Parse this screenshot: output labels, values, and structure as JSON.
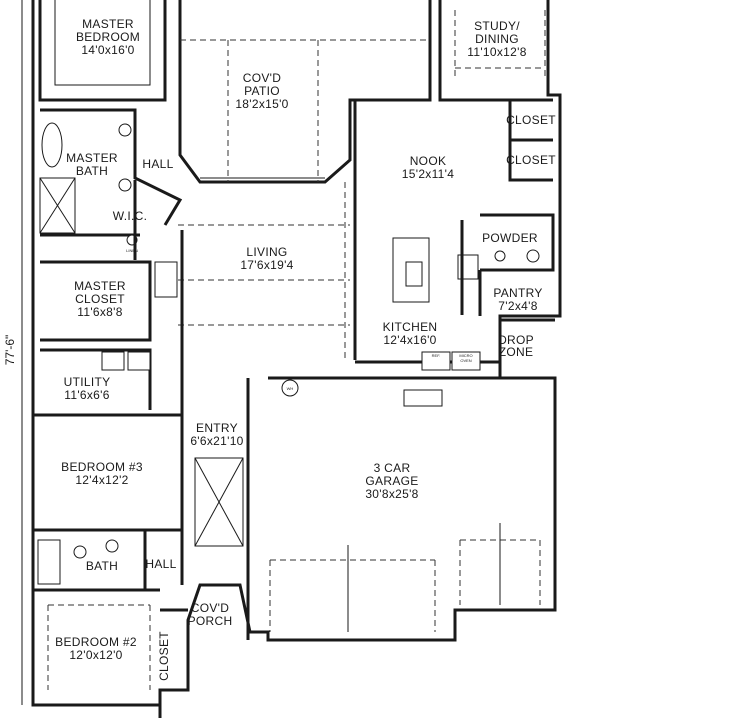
{
  "rooms": {
    "master_bedroom": {
      "name": "MASTER\nBEDROOM",
      "size": "14'0x16'0"
    },
    "covd_patio": {
      "name": "COV'D\nPATIO",
      "size": "18'2x15'0"
    },
    "study_dining": {
      "name": "STUDY/\nDINING",
      "size": "11'10x12'8"
    },
    "closet_1": {
      "name": "CLOSET"
    },
    "closet_2": {
      "name": "CLOSET"
    },
    "master_bath": {
      "name": "MASTER\nBATH"
    },
    "hall_top": {
      "name": "HALL"
    },
    "nook": {
      "name": "NOOK",
      "size": "15'2x11'4"
    },
    "wic": {
      "name": "W.I.C."
    },
    "living": {
      "name": "LIVING",
      "size": "17'6x19'4"
    },
    "powder": {
      "name": "POWDER"
    },
    "master_closet": {
      "name": "MASTER\nCLOSET",
      "size": "11'6x8'8"
    },
    "pantry": {
      "name": "PANTRY",
      "size": "7'2x4'8"
    },
    "kitchen": {
      "name": "KITCHEN",
      "size": "12'4x16'0"
    },
    "drop_zone": {
      "name": "DROP\nZONE"
    },
    "utility": {
      "name": "UTILITY",
      "size": "11'6x6'6"
    },
    "entry": {
      "name": "ENTRY",
      "size": "6'6x21'10"
    },
    "bedroom_3": {
      "name": "BEDROOM #3",
      "size": "12'4x12'2"
    },
    "garage": {
      "name": "3 CAR\nGARAGE",
      "size": "30'8x25'8"
    },
    "bath": {
      "name": "BATH"
    },
    "hall_bottom": {
      "name": "HALL"
    },
    "covd_porch": {
      "name": "COV'D\nPORCH"
    },
    "bedroom_2": {
      "name": "BEDROOM #2",
      "size": "12'0x12'0"
    },
    "closet_3": {
      "name": "CLOSET"
    }
  },
  "overall_dimension": "77'-6\"",
  "appliance_labels": {
    "ref": "REF.",
    "micro_oven": "MICRO\nOVEN",
    "linen": "LINEN",
    "water_heater": "WH"
  }
}
